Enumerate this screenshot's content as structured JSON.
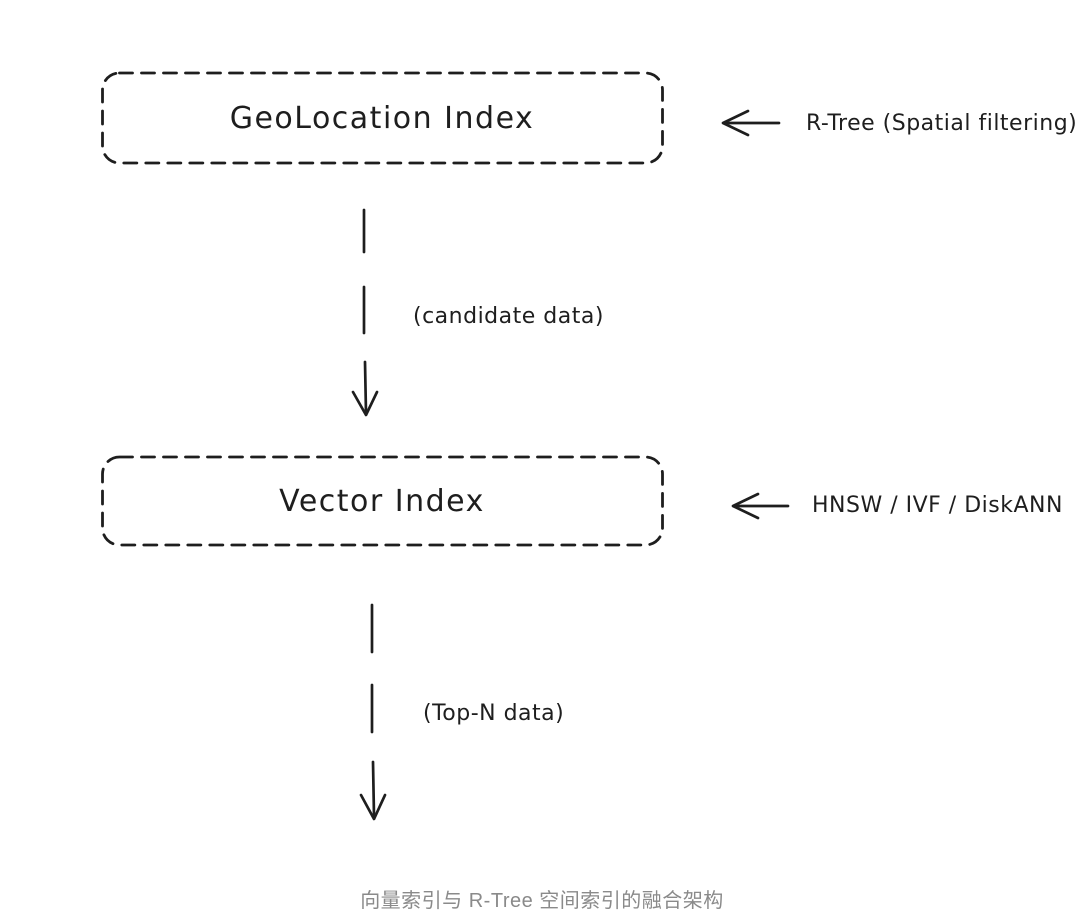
{
  "diagram": {
    "nodes": [
      {
        "label": "GeoLocation Index"
      },
      {
        "label": "Vector Index"
      }
    ],
    "annotations": [
      {
        "label": "R-Tree (Spatial filtering)"
      },
      {
        "label": "HNSW / IVF / DiskANN"
      }
    ],
    "connector_labels": [
      {
        "label": "(candidate data)"
      },
      {
        "label": "(Top-N data)"
      }
    ],
    "caption": "向量索引与 R-Tree 空间索引的融合架构",
    "colors": {
      "stroke": "#1e1e1e",
      "caption_text": "#8a8a8a",
      "background": "#ffffff"
    }
  }
}
